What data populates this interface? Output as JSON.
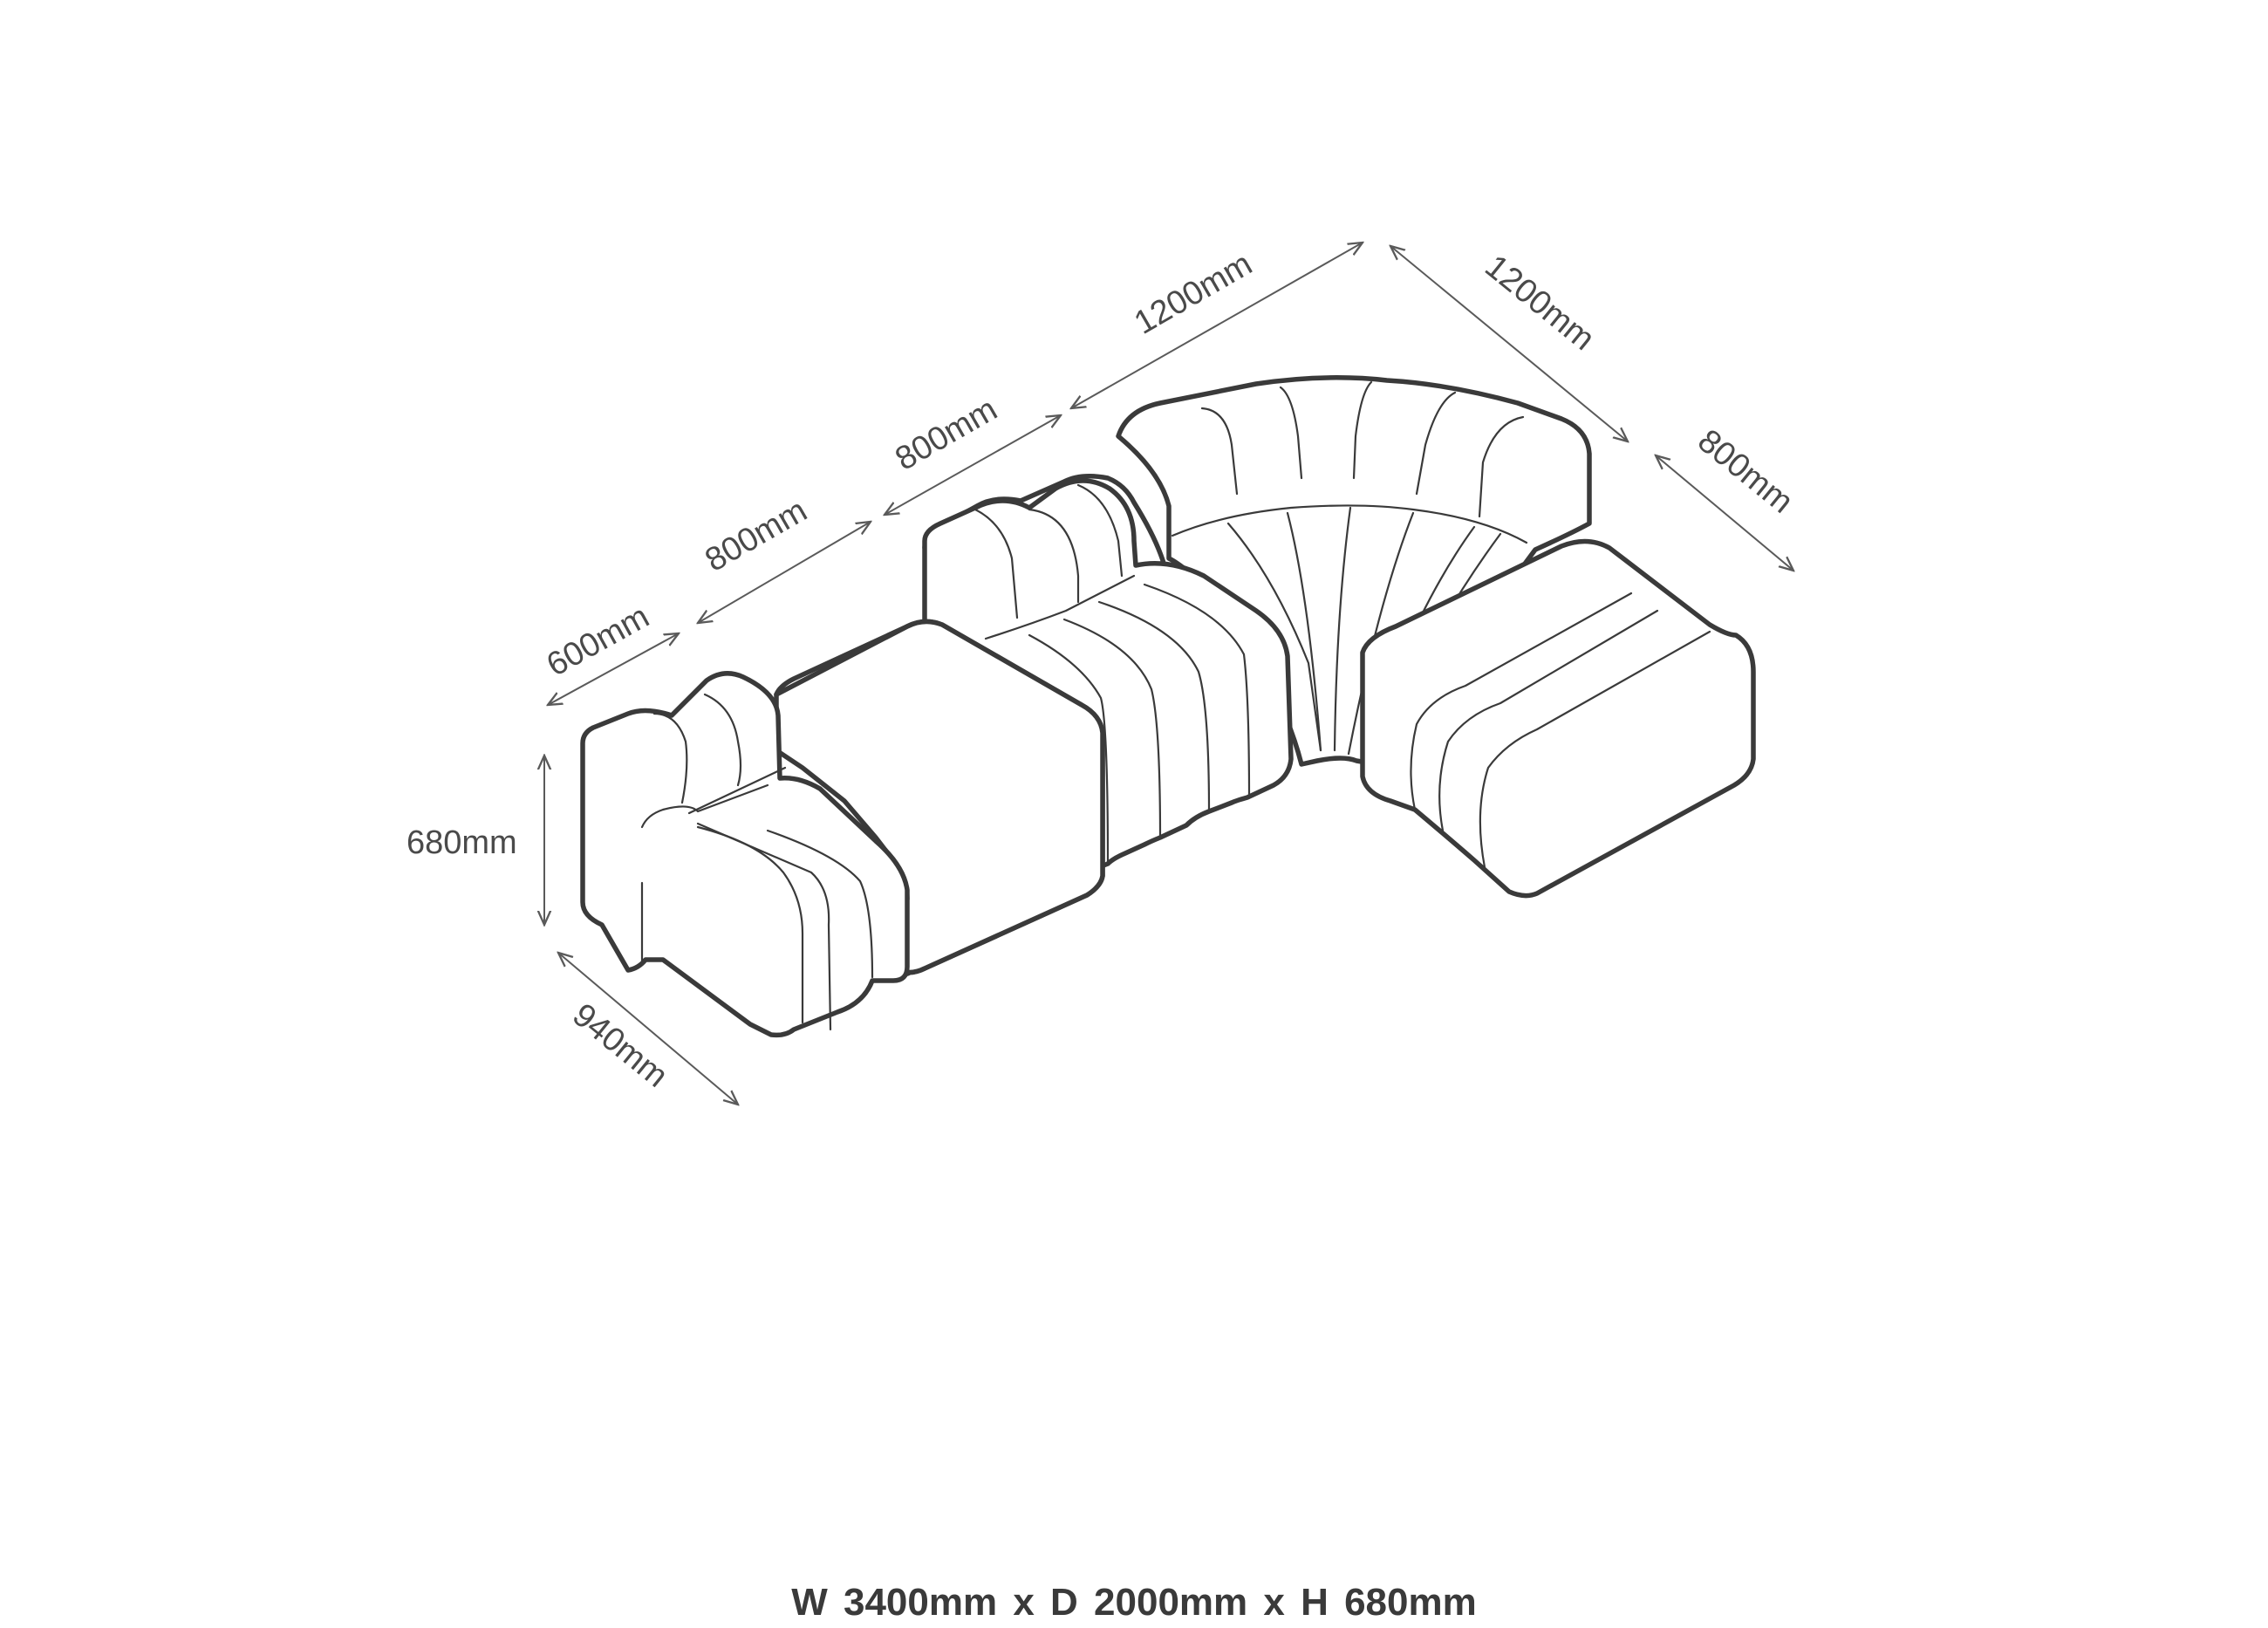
{
  "dimensions": {
    "seat_front": "600mm",
    "middle_1": "800mm",
    "middle_2": "800mm",
    "corner_back": "1200mm",
    "corner_side": "1200mm",
    "chaise_width": "800mm",
    "height": "680mm",
    "depth": "940mm"
  },
  "summary": "W 3400mm  x  D 2000mm  x  H 680mm",
  "colors": {
    "outline": "#3a3a3a",
    "dimension": "#5a5a5a",
    "background": "#ffffff"
  }
}
